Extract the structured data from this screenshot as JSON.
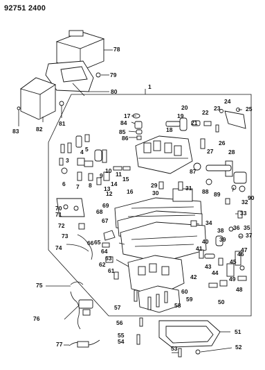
{
  "diagram_number": "92751 2400",
  "callouts": [
    "1",
    "3",
    "4",
    "5",
    "6",
    "7",
    "8",
    "9",
    "10",
    "11",
    "12",
    "13",
    "14",
    "15",
    "16",
    "17",
    "18",
    "19",
    "20",
    "21",
    "22",
    "23",
    "24",
    "25",
    "26",
    "27",
    "28",
    "29",
    "30",
    "31",
    "32",
    "33",
    "34",
    "35",
    "36",
    "37",
    "38",
    "39",
    "40",
    "41",
    "42",
    "43",
    "44",
    "45",
    "46",
    "47",
    "48",
    "49",
    "50",
    "51",
    "52",
    "53",
    "54",
    "55",
    "56",
    "57",
    "58",
    "59",
    "60",
    "61",
    "62",
    "63",
    "64",
    "65",
    "66",
    "67",
    "68",
    "69",
    "70",
    "71",
    "72",
    "73",
    "74",
    "75",
    "76",
    "77",
    "78",
    "79",
    "80",
    "81",
    "82",
    "83",
    "84",
    "85",
    "86",
    "87",
    "88",
    "89",
    "90"
  ]
}
